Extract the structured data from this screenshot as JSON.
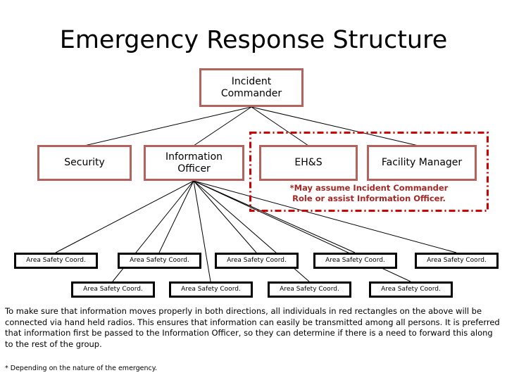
{
  "title": "Emergency Response Structure",
  "colors": {
    "node_border_red": "#b5615c",
    "node_border_black": "#000000",
    "highlight_border": "#cc0000",
    "note_text": "#a52825",
    "connector": "#000000",
    "background": "#ffffff"
  },
  "nodes": {
    "incident_commander": {
      "line1": "Incident",
      "line2": "Commander"
    },
    "tier2": [
      {
        "label": "Security",
        "line1": "Security",
        "line2": ""
      },
      {
        "label": "Information Officer",
        "line1": "Information",
        "line2": "Officer"
      },
      {
        "label": "EH&S",
        "line1": "EH&S",
        "line2": ""
      },
      {
        "label": "Facility Manager",
        "line1": "Facility Manager",
        "line2": ""
      }
    ],
    "area_safety_coordinators": [
      {
        "label": "Area Safety Coord."
      },
      {
        "label": "Area Safety Coord."
      },
      {
        "label": "Area Safety Coord."
      },
      {
        "label": "Area Safety Coord."
      },
      {
        "label": "Area Safety Coord."
      },
      {
        "label": "Area Safety Coord."
      },
      {
        "label": "Area Safety Coord."
      },
      {
        "label": "Area Safety Coord."
      },
      {
        "label": "Area Safety Coord."
      }
    ]
  },
  "annotations": {
    "assume_note_line1": "*May assume Incident Commander",
    "assume_note_line2": "Role or assist Information Officer."
  },
  "body_text": "To make sure that information moves properly in both directions, all individuals in red rectangles on the above will be connected via hand held radios. This ensures that information can easily be transmitted among all persons. It is preferred that information first be passed to the Information Officer, so they can determine if there is a need to forward this along to the rest of the group.",
  "footnote": "* Depending on the nature of the emergency."
}
